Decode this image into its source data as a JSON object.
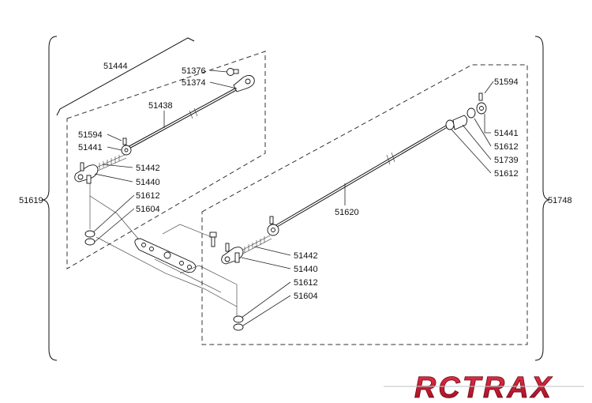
{
  "labels": {
    "group_left": "51619",
    "group_right": "51748",
    "upper_assy": "51444",
    "l_51376": "51376",
    "l_51374": "51374",
    "l_51438": "51438",
    "l_51594_left": "51594",
    "l_51441_left": "51441",
    "l_51442_left": "51442",
    "l_51440_left": "51440",
    "l_51612_left": "51612",
    "l_51604_left": "51604",
    "l_51594_right": "51594",
    "l_51441_right": "51441",
    "l_51612_right_a": "51612",
    "l_51739": "51739",
    "l_51612_right_b": "51612",
    "l_51620": "51620",
    "l_51442_right": "51442",
    "l_51440_right": "51440",
    "l_51612_right_c": "51612",
    "l_51604_right": "51604"
  },
  "logo": {
    "text": "RCTRAX"
  },
  "colors": {
    "logo_red": "#c8102e",
    "logo_silver": "#bfc3c7",
    "ink": "#111111"
  }
}
